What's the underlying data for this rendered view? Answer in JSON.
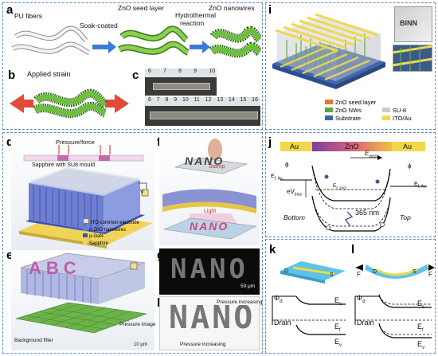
{
  "panels": {
    "a": {
      "label": "a",
      "pu_fibers": "PU fibers",
      "seed_layer": "ZnO seed layer",
      "nanowires": "ZnO nanowires",
      "soak_coated": "Soak-coated",
      "hydrothermal": "Hydrothermal",
      "reaction": "reaction"
    },
    "b": {
      "label": "b",
      "applied_strain": "Applied strain"
    },
    "c": {
      "label": "c",
      "ruler_top": [
        "6",
        "7",
        "8",
        "9",
        "10"
      ],
      "ruler_bottom": [
        "6",
        "7",
        "8",
        "9",
        "10",
        "11",
        "12",
        "13",
        "14",
        "15",
        "16"
      ]
    },
    "d": {
      "label": "d",
      "pressure": "Pressure/force",
      "sapphire_mould": "Sapphire with SU8 mould",
      "v_label": "V",
      "legend": [
        "ITO common electrode",
        "n-ZnO nanowires",
        "p-GaN",
        "Sapphire"
      ]
    },
    "e": {
      "label": "e",
      "letters": "ABC",
      "pressure_image": "Pressure image",
      "background_filter": "Background filter",
      "scale": "10 μm"
    },
    "f": {
      "label": "f",
      "stamp": "Stamp",
      "light": "Light",
      "letters": "NANO"
    },
    "g": {
      "label": "g",
      "text": "NANO",
      "scale": "50 μm"
    },
    "h": {
      "label": "h",
      "text": "NANO",
      "pressure_inc1": "Pressure increasing",
      "pressure_inc2": "Pressure increasing"
    },
    "i": {
      "label": "i",
      "inset_text": "BINN",
      "legend": [
        "ZnO seed layer",
        "ZnO NWs",
        "SU-8",
        "Substrate",
        "ITO/Au"
      ]
    },
    "j": {
      "label": "j",
      "au_left": "Au",
      "zno": "ZnO",
      "au_right": "Au",
      "e_piezo": "E",
      "e_piezo_sub": "piezo",
      "ef_au_left": "E",
      "ef_au_left_sub": "f, Au",
      "e_vbias": "eV",
      "e_vbias_sub": "bias",
      "ef_zno": "E",
      "ef_zno_sub": "f, ZnO",
      "wavelength": "365 nm",
      "bottom": "Bottom",
      "top": "Top",
      "ef_au_right": "E",
      "ef_au_right_sub": "f, Au",
      "phi_left": "ϕ",
      "phi_right": "ϕ"
    },
    "k": {
      "label": "k",
      "d": "D",
      "s": "S",
      "phi": "Φ",
      "phi_sub": "d",
      "drain": "Drain",
      "ec": "E",
      "ec_sub": "c",
      "ef": "E",
      "ef_sub": "f",
      "ev": "E",
      "ev_sub": "v"
    },
    "l": {
      "label": "l",
      "d": "D",
      "s": "S",
      "f_left": "F",
      "f_right": "F",
      "phi": "Φ",
      "phi_sub": "d",
      "drain": "Drain",
      "ec": "E",
      "ec_sub": "c",
      "ef": "E",
      "ef_sub": "f",
      "ev": "E",
      "ev_sub": "v"
    }
  },
  "colors": {
    "border": "#5b8ac6",
    "zno_green": "#5aa83a",
    "fiber_white": "#e8e8e8",
    "blue_substrate": "#3f67b0",
    "au_yellow": "#f0d84a",
    "zno_gradient_start": "#7b3fa0",
    "zno_gradient_end": "#f0c040",
    "arrow_red": "#e24a3a",
    "blue_arrow": "#3a7bd5"
  }
}
